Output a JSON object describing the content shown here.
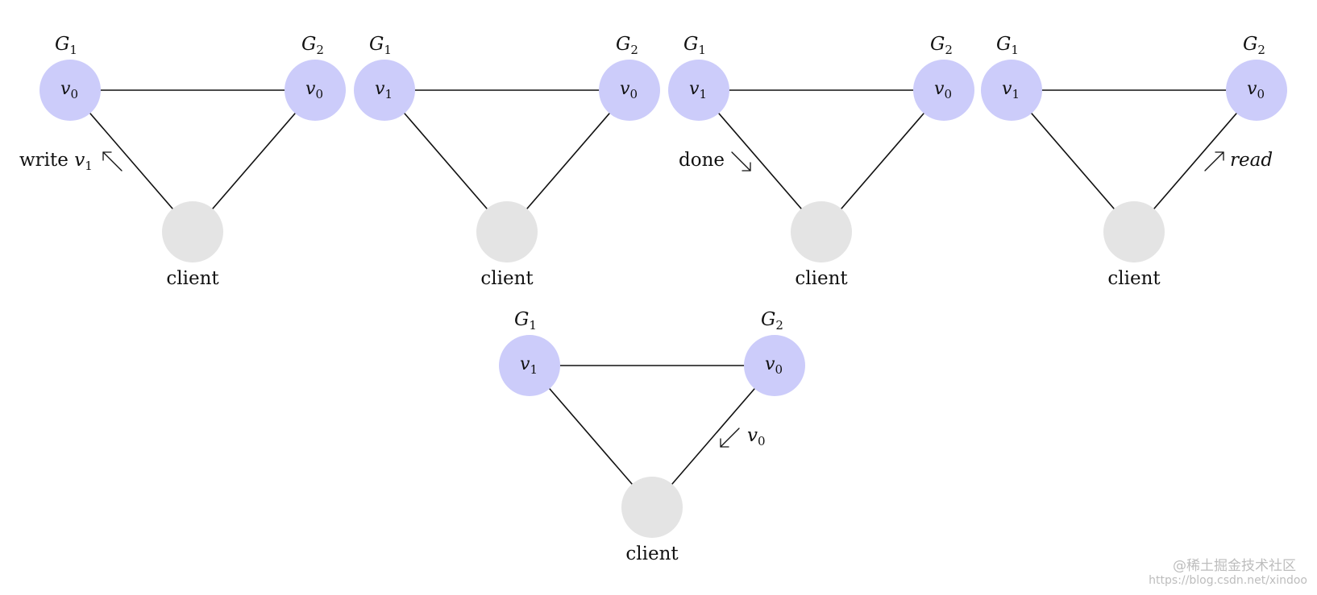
{
  "colors": {
    "server_node": "#ccccfa",
    "client_node": "#e4e4e4",
    "edge": "#111111",
    "watermark": "#bdbdbd"
  },
  "panels": [
    {
      "g1": {
        "name": "G",
        "sub": "1",
        "value": "v",
        "value_sub": "0"
      },
      "g2": {
        "name": "G",
        "sub": "2",
        "value": "v",
        "value_sub": "0"
      },
      "client": "client",
      "annotation": {
        "text": "write ",
        "var": "v",
        "var_sub": "1",
        "arrow": "up-left"
      }
    },
    {
      "g1": {
        "name": "G",
        "sub": "1",
        "value": "v",
        "value_sub": "1"
      },
      "g2": {
        "name": "G",
        "sub": "2",
        "value": "v",
        "value_sub": "0"
      },
      "client": "client"
    },
    {
      "g1": {
        "name": "G",
        "sub": "1",
        "value": "v",
        "value_sub": "1"
      },
      "g2": {
        "name": "G",
        "sub": "2",
        "value": "v",
        "value_sub": "0"
      },
      "client": "client",
      "annotation": {
        "text": "done",
        "arrow": "down-right"
      }
    },
    {
      "g1": {
        "name": "G",
        "sub": "1",
        "value": "v",
        "value_sub": "1"
      },
      "g2": {
        "name": "G",
        "sub": "2",
        "value": "v",
        "value_sub": "0"
      },
      "client": "client",
      "annotation": {
        "text": "read",
        "arrow": "up-right"
      }
    },
    {
      "g1": {
        "name": "G",
        "sub": "1",
        "value": "v",
        "value_sub": "1"
      },
      "g2": {
        "name": "G",
        "sub": "2",
        "value": "v",
        "value_sub": "0"
      },
      "client": "client",
      "annotation": {
        "var": "v",
        "var_sub": "0",
        "arrow": "down-left"
      }
    }
  ],
  "watermark": {
    "line1": "@稀土掘金技术社区",
    "line2": "https://blog.csdn.net/xindoo"
  }
}
